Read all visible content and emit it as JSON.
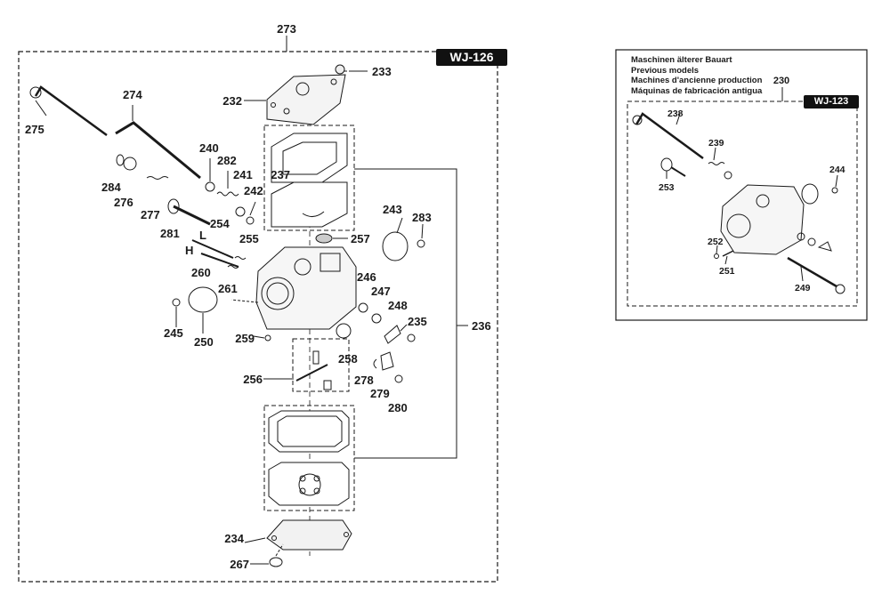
{
  "main_group": {
    "number": "273",
    "tag": "WJ-126"
  },
  "old_box": {
    "lines": [
      "Maschinen älterer Bauart",
      "Previous models",
      "Machines d'ancienne production",
      "Máquinas de fabricación antigua"
    ],
    "number": "230",
    "tag": "WJ-123"
  },
  "letters": {
    "l": "L",
    "h": "H"
  },
  "part_numbers": {
    "p232": "232",
    "p233": "233",
    "p237": "237",
    "p275": "275",
    "p274": "274",
    "p240": "240",
    "p282": "282",
    "p241": "241",
    "p242": "242",
    "p284": "284",
    "p276": "276",
    "p277": "277",
    "p281": "281",
    "p254": "254",
    "p255": "255",
    "p260": "260",
    "p261": "261",
    "p245": "245",
    "p250": "250",
    "p243": "243",
    "p283": "283",
    "p257": "257",
    "p246": "246",
    "p247": "247",
    "p248": "248",
    "p235": "235",
    "p236": "236",
    "p259": "259",
    "p258": "258",
    "p256": "256",
    "p278": "278",
    "p279": "279",
    "p280": "280",
    "p234": "234",
    "p267": "267"
  },
  "old_part_numbers": {
    "p238": "238",
    "p239": "239",
    "p244": "244",
    "p253": "253",
    "p252": "252",
    "p251": "251",
    "p249": "249"
  }
}
